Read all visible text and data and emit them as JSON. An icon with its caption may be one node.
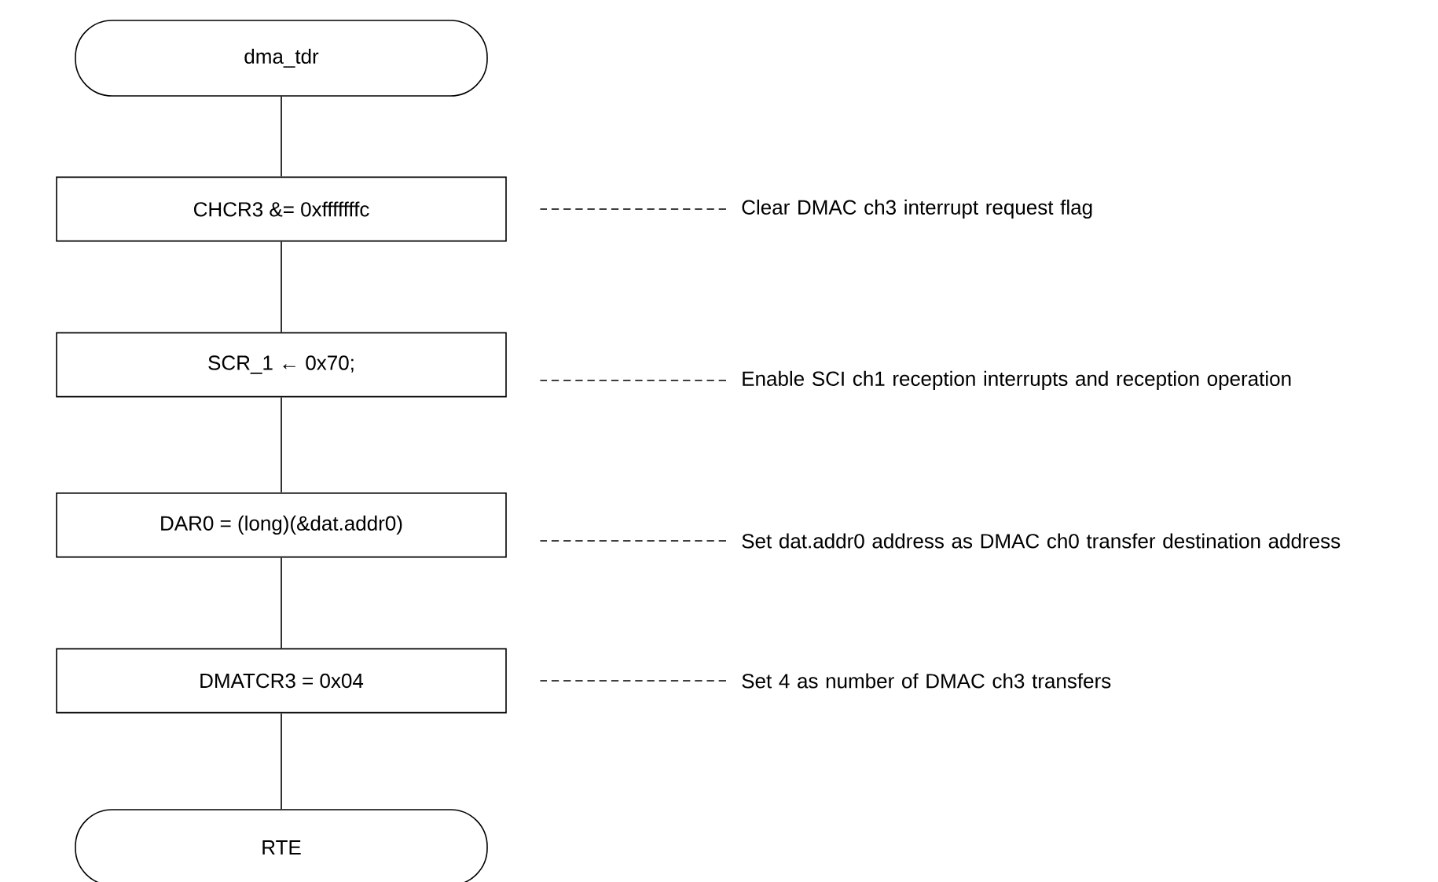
{
  "diagram": {
    "nodes": [
      {
        "text": [
          "dma_tdr"
        ]
      },
      {
        "text": [
          "CHCR3 &= 0xfffffffc"
        ]
      },
      {
        "text": [
          "SCR_1 ← 0x70;"
        ]
      },
      {
        "text": [
          "DAR0 = (long)(&dat.addr0)"
        ]
      },
      {
        "text": [
          "DMATCR3 = 0x04"
        ]
      },
      {
        "text": [
          "RTE"
        ]
      },
      {
        "text": [
          "Clear DMAC ch3 interrupt request flag"
        ]
      },
      {
        "text": [
          "Enable SCI ch1 reception interrupts and reception operation"
        ]
      },
      {
        "text": [
          "Set dat.addr0 address as DMAC ch0 transfer destination address"
        ]
      },
      {
        "text": [
          "Set 4 as number of DMAC ch3 transfers"
        ]
      }
    ],
    "edges": [
      {
        "from": 0,
        "to": 1,
        "arrow": "none"
      },
      {
        "from": 1,
        "to": 2,
        "arrow": "none"
      },
      {
        "from": 2,
        "to": 3,
        "arrow": "none"
      },
      {
        "from": 3,
        "to": 4,
        "arrow": "none"
      },
      {
        "from": 4,
        "to": 5,
        "arrow": "none"
      },
      {
        "from": 6,
        "to": 1,
        "arrow": "none",
        "style": "dashed"
      },
      {
        "from": 7,
        "to": 2,
        "arrow": "none",
        "style": "dashed"
      },
      {
        "from": 8,
        "to": 3,
        "arrow": "none",
        "style": "dashed"
      },
      {
        "from": 9,
        "to": 4,
        "arrow": "none",
        "style": "dashed"
      }
    ]
  }
}
